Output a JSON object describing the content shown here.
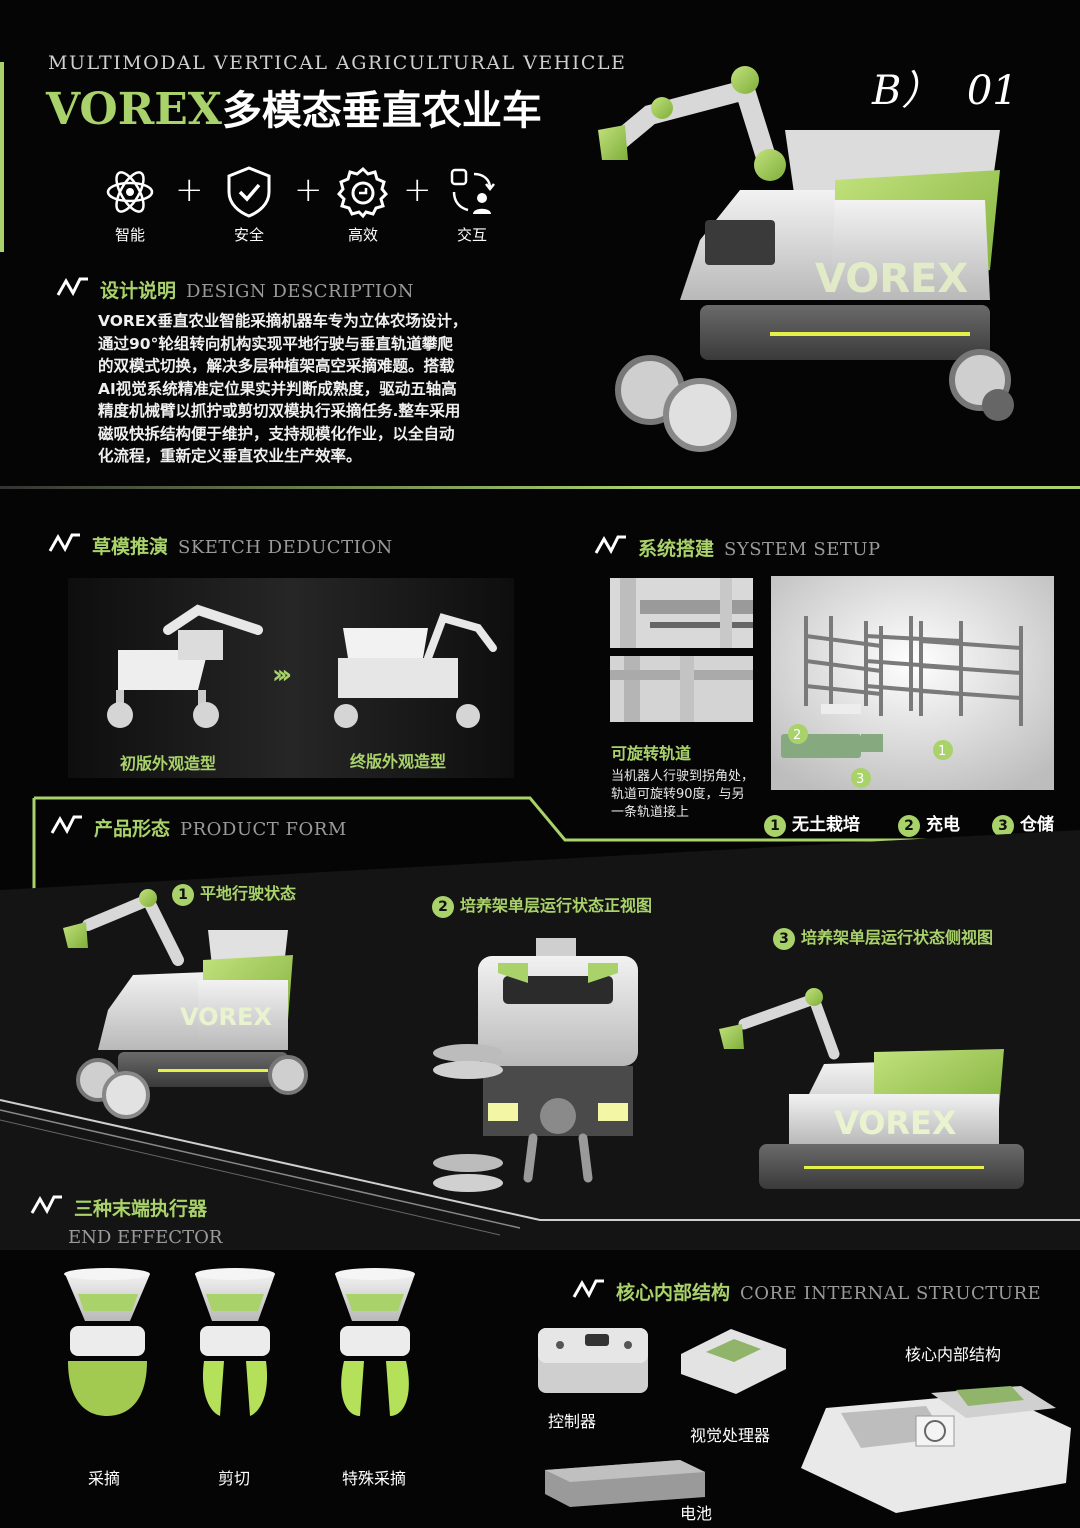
{
  "header": {
    "subtitle_en": "MULTIMODAL VERTICAL AGRICULTURAL VEHICLE",
    "title_brand": "VOREX",
    "title_cn": "多模态垂直农业车",
    "page_tag": "B）  01"
  },
  "features": [
    {
      "label": "智能",
      "icon": "atom-icon"
    },
    {
      "label": "安全",
      "icon": "shield-check-icon"
    },
    {
      "label": "高效",
      "icon": "gear-efficiency-icon"
    },
    {
      "label": "交互",
      "icon": "user-exchange-icon"
    }
  ],
  "design_desc": {
    "title_cn": "设计说明",
    "title_en": "DESIGN DESCRIPTION",
    "lines": [
      "VOREX垂直农业智能采摘机器车专为立体农场设计，",
      "通过90°轮组转向机构实现平地行驶与垂直轨道攀爬",
      "的双模式切换，解决多层种植架高空采摘难题。搭载",
      "AI视觉系统精准定位果实并判断成熟度，驱动五轴高",
      "精度机械臂以抓拧或剪切双模执行采摘任务.整车采用",
      "磁吸快拆结构便于维护，支持规模化作业，以全自动",
      "化流程，重新定义垂直农业生产效率。"
    ]
  },
  "hero_brand": "VOREX",
  "sketch": {
    "title_cn": "草模推演",
    "title_en": "SKETCH DEDUCTION",
    "first_label": "初版外观造型",
    "final_label": "终版外观造型"
  },
  "system": {
    "title_cn": "系统搭建",
    "title_en": "SYSTEM SETUP",
    "rail_title": "可旋转轨道",
    "rail_desc": [
      "当机器人行驶到拐角处，",
      "轨道可旋转90度，与另",
      "一条轨道接上"
    ],
    "items": [
      {
        "num": "1",
        "label": "无土栽培"
      },
      {
        "num": "2",
        "label": "充电"
      },
      {
        "num": "3",
        "label": "仓储"
      }
    ]
  },
  "product": {
    "title_cn": "产品形态",
    "title_en": "PRODUCT FORM",
    "states": [
      {
        "num": "1",
        "label": "平地行驶状态"
      },
      {
        "num": "2",
        "label": "培养架单层运行状态正视图"
      },
      {
        "num": "3",
        "label": "培养架单层运行状态侧视图"
      }
    ]
  },
  "effector": {
    "title_cn": "三种末端执行器",
    "title_en": "END EFFECTOR",
    "items": [
      "采摘",
      "剪切",
      "特殊采摘"
    ]
  },
  "core": {
    "title_cn": "核心内部结构",
    "title_en": "CORE INTERNAL STRUCTURE",
    "controller": "控制器",
    "vision": "视觉处理器",
    "battery": "电池",
    "assembly": "核心内部结构"
  },
  "colors": {
    "accent": "#a9d26a",
    "background": "#050505",
    "body": "#e6e6e6"
  }
}
